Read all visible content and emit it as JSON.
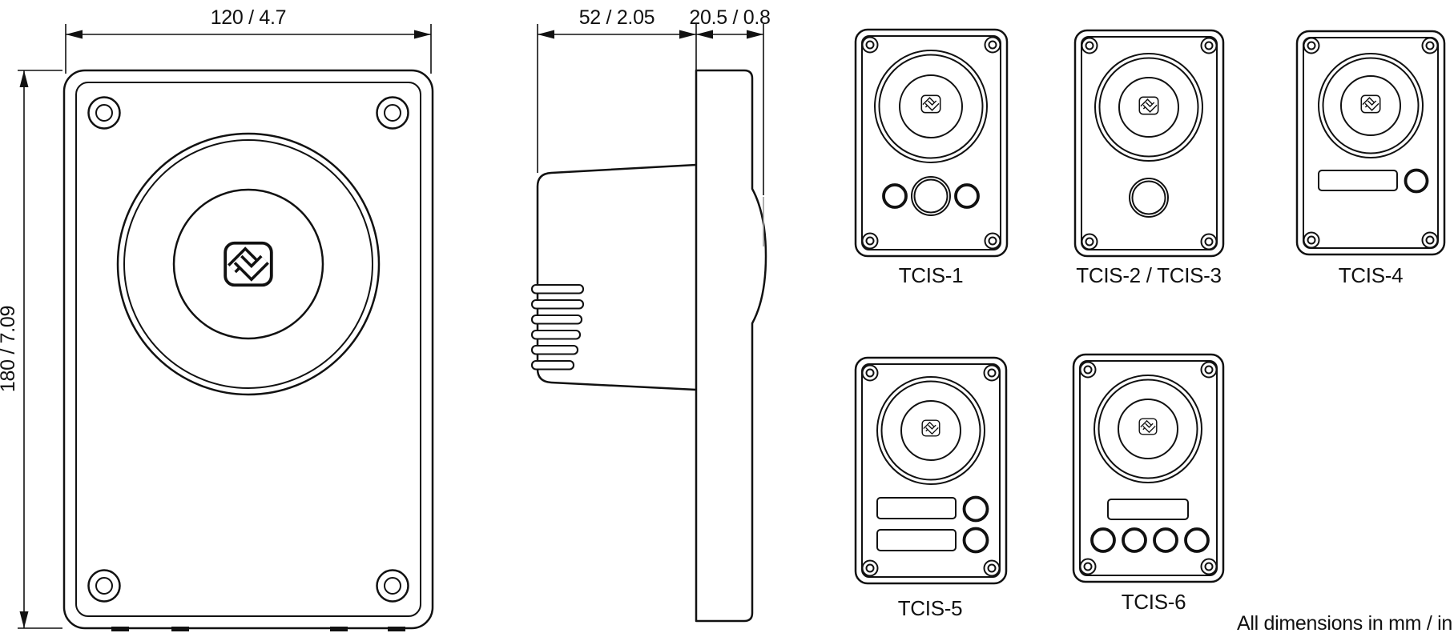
{
  "front_view": {
    "width_dim": "120 / 4.7",
    "height_dim": "180 / 7.09"
  },
  "side_view": {
    "depth_dim": "52 / 2.05",
    "front_depth_dim": "20.5 / 0.8"
  },
  "variants": [
    {
      "label": "TCIS-1"
    },
    {
      "label": "TCIS-2 / TCIS-3"
    },
    {
      "label": "TCIS-4"
    },
    {
      "label": "TCIS-5"
    },
    {
      "label": "TCIS-6"
    }
  ],
  "footer": {
    "note": "All dimensions in mm / in"
  },
  "colors": {
    "line": "#111111",
    "background": "#ffffff",
    "dim_gray": "#9a9a9a"
  }
}
